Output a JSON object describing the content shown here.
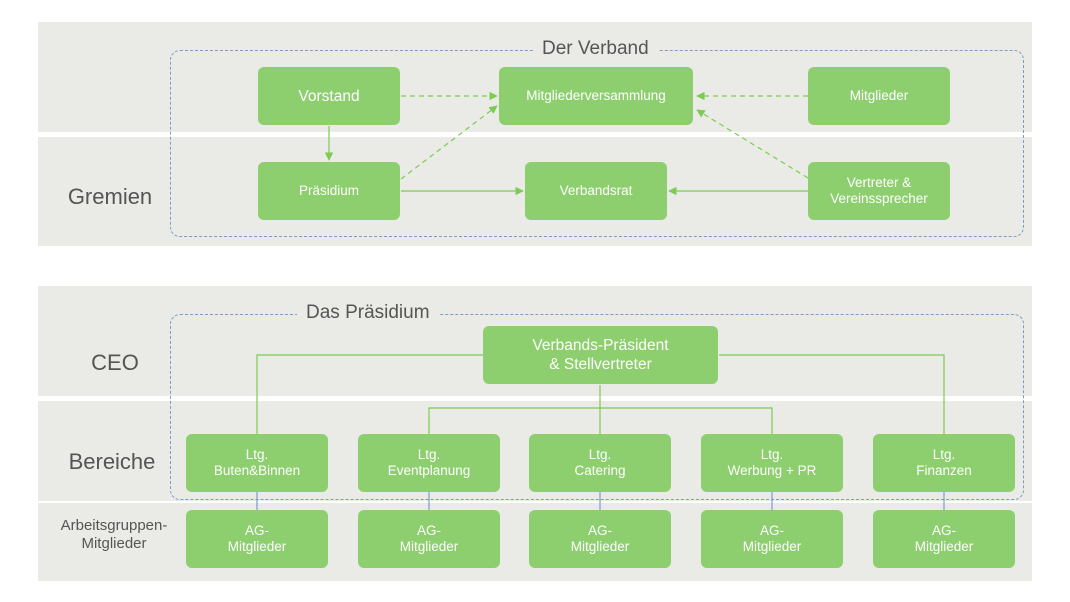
{
  "verband": {
    "title": "Der Verband",
    "row_label": "Gremien",
    "nodes": {
      "vorstand": "Vorstand",
      "mitgliederversammlung": "Mitgliederversammlung",
      "mitglieder": "Mitglieder",
      "praesidium": "Präsidium",
      "verbandsrat": "Verbandsrat",
      "vertreter": "Vertreter &\nVereinssprecher"
    }
  },
  "praesidium": {
    "title": "Das Präsidium",
    "row_labels": {
      "ceo": "CEO",
      "bereiche": "Bereiche",
      "arbeitsgruppen": "Arbeitsgruppen-\nMitglieder"
    },
    "president": "Verbands-Präsident\n& Stellvertreter",
    "bereiche": [
      "Ltg.\nButen&Binnen",
      "Ltg.\nEventplanung",
      "Ltg.\nCatering",
      "Ltg.\nWerbung + PR",
      "Ltg.\nFinanzen"
    ],
    "ag": [
      "AG-\nMitglieder",
      "AG-\nMitglieder",
      "AG-\nMitglieder",
      "AG-\nMitglieder",
      "AG-\nMitglieder"
    ]
  },
  "colors": {
    "node_fill": "#8dcf6f",
    "connector": "#7ccb52",
    "dashed_frame": "#7b9cc7",
    "band": "#eaebe6"
  }
}
